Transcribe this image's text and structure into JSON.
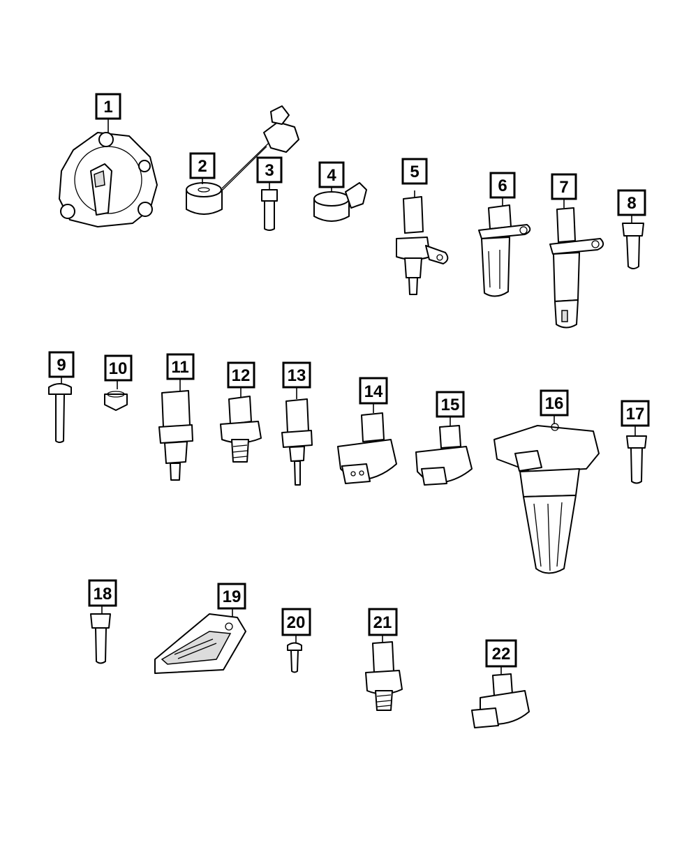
{
  "callouts": [
    "1",
    "2",
    "3",
    "4",
    "5",
    "6",
    "7",
    "8",
    "9",
    "10",
    "11",
    "12",
    "13",
    "14",
    "15",
    "16",
    "17",
    "18",
    "19",
    "20",
    "21",
    "22"
  ],
  "colors": {
    "line": "#000000",
    "background": "#ffffff",
    "shade": "#dcdcdc"
  }
}
